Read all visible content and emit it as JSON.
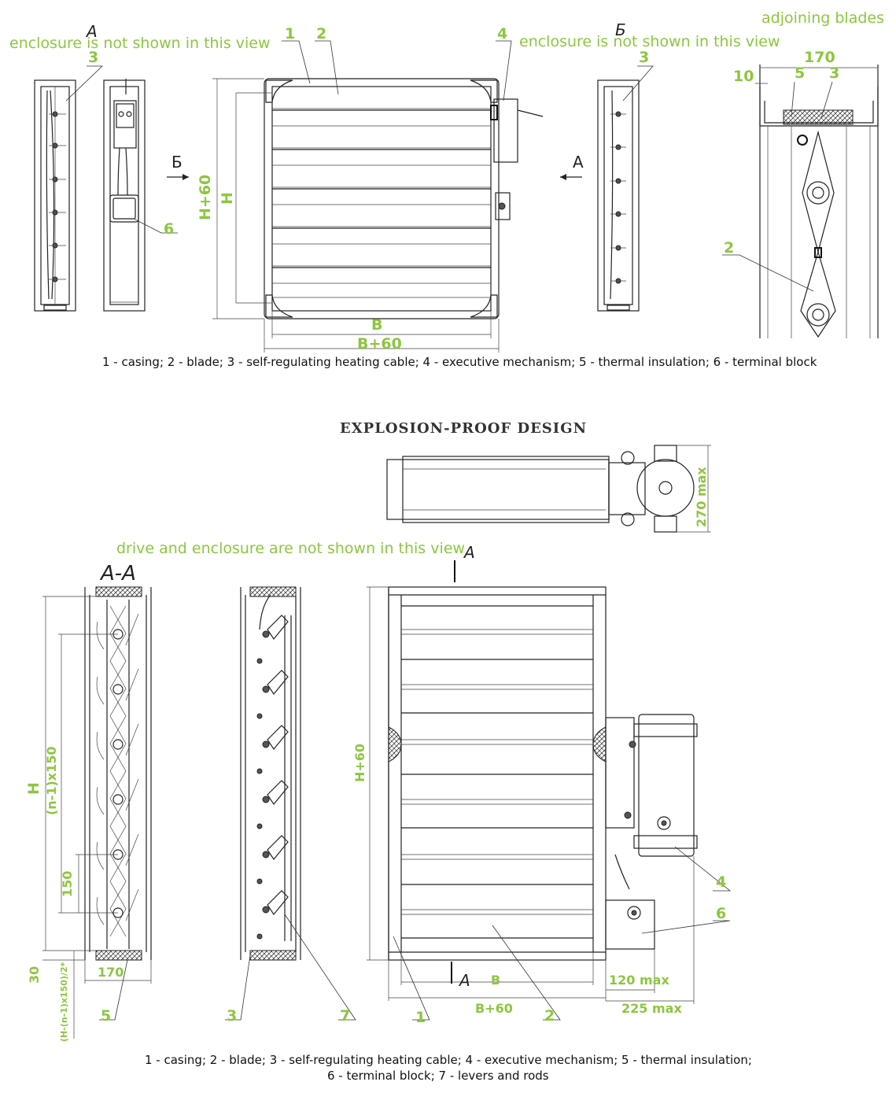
{
  "top": {
    "note_a": "enclosure is not shown in this view",
    "note_b": "enclosure is not shown in this view",
    "note_adjoining": "adjoining blades",
    "label_A": "А",
    "label_B": "Б",
    "arrow_B": "Б",
    "arrow_A": "А",
    "callouts": [
      "1",
      "2",
      "3",
      "4",
      "5",
      "6"
    ],
    "dims": {
      "h60": "H+60",
      "h": "H",
      "b": "B",
      "b60": "B+60",
      "w170": "170",
      "w10": "10"
    },
    "caption": "1 - casing; 2 - blade; 3 - self-regulating heating cable; 4 - executive mechanism; 5 - thermal insulation; 6 - terminal block"
  },
  "explosion": {
    "title": "EXPLOSION-PROOF DESIGN",
    "dim_270": "270 max",
    "note": "drive and enclosure are not shown in this view",
    "section_label": "A-A",
    "label_A": "A",
    "dims": {
      "h": "H",
      "n150": "(n-1)x150",
      "d150": "150",
      "d30": "30",
      "formula": "(H-(n-1)x150)/2*",
      "w170": "170",
      "h60": "H+60",
      "b": "B",
      "b60": "B+60",
      "max120": "120 max",
      "max225": "225 max"
    },
    "callouts": [
      "1",
      "2",
      "3",
      "4",
      "5",
      "6",
      "7"
    ],
    "caption_line1": "1 - casing; 2 - blade; 3 - self-regulating heating cable; 4 - executive mechanism; 5 - thermal insulation;",
    "caption_line2": "6 - terminal block; 7 - levers and rods"
  }
}
